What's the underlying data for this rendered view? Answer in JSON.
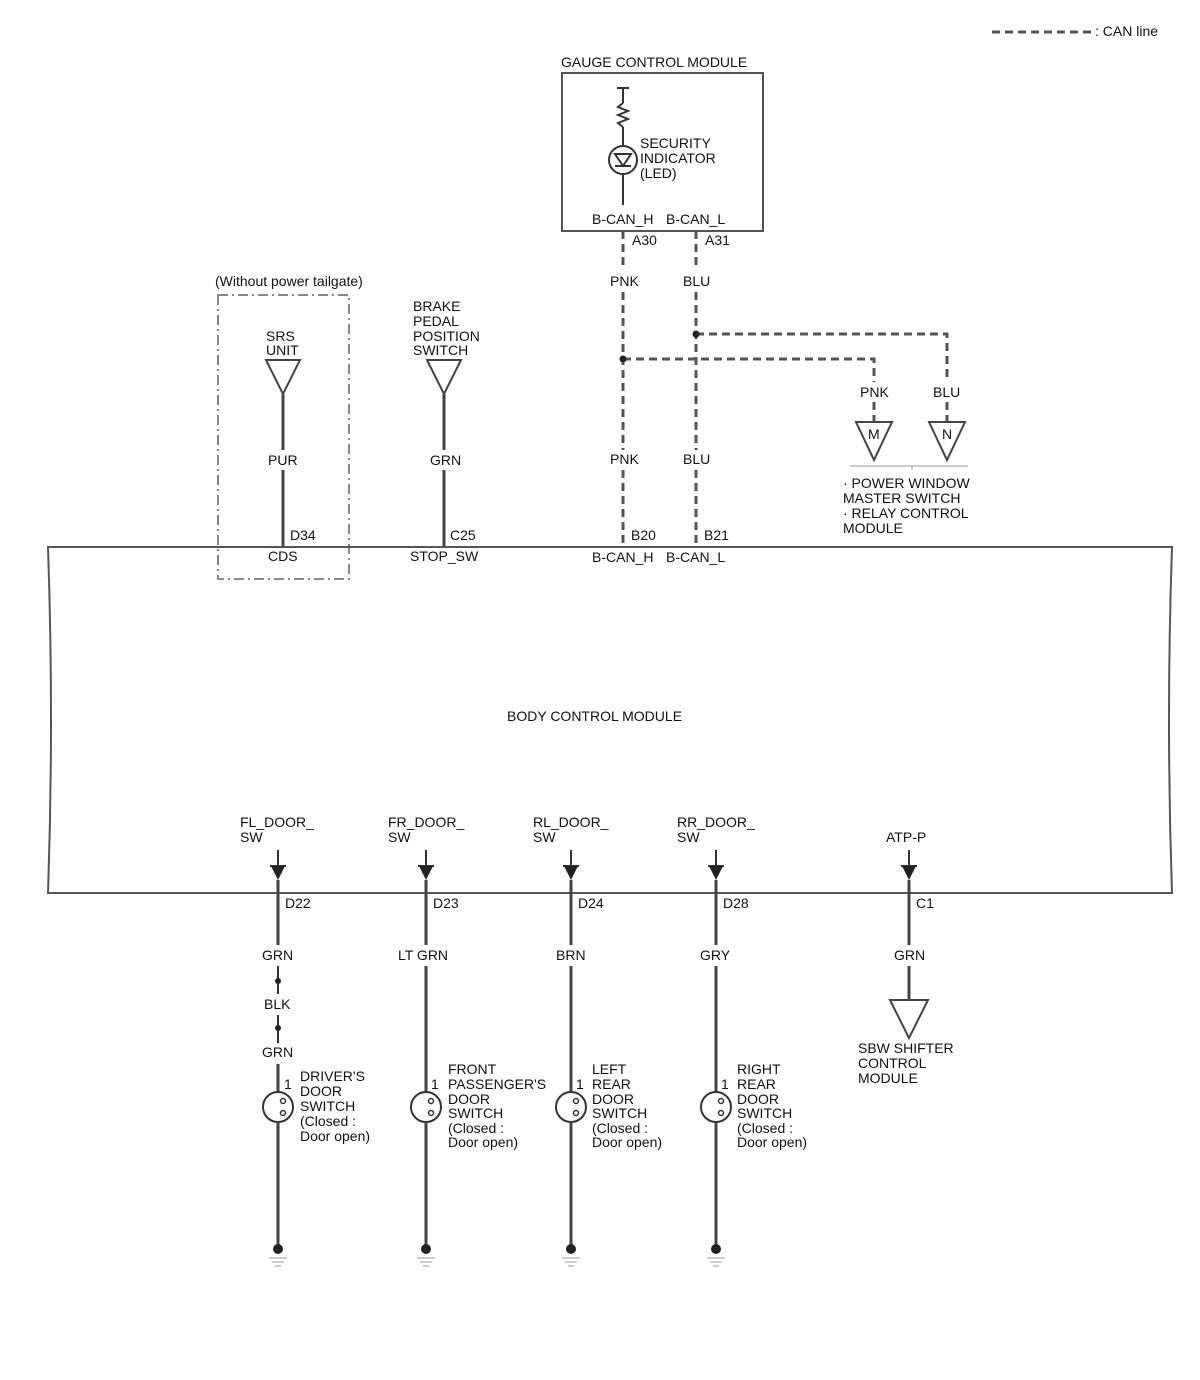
{
  "legend": {
    "can_line": ": CAN line"
  },
  "gauge_module": {
    "title": "GAUGE CONTROL MODULE",
    "indicator": [
      "SECURITY",
      "INDICATOR",
      "(LED)"
    ],
    "pin_h_name": "B-CAN_H",
    "pin_l_name": "B-CAN_L",
    "pin_h": "A30",
    "pin_l": "A31"
  },
  "can_wires": {
    "upper_h": "PNK",
    "upper_l": "BLU",
    "lower_h": "PNK",
    "lower_l": "BLU",
    "branch_h": "PNK",
    "branch_l": "BLU"
  },
  "power_window": {
    "terminal_m": "M",
    "terminal_n": "N",
    "label": [
      "· POWER WINDOW",
      "MASTER SWITCH",
      "· RELAY CONTROL",
      "MODULE"
    ]
  },
  "srs": {
    "note": "(Without power tailgate)",
    "title": [
      "SRS",
      "UNIT"
    ],
    "wire": "PUR",
    "pin": "D34",
    "signal": "CDS"
  },
  "brake": {
    "title": [
      "BRAKE",
      "PEDAL",
      "POSITION",
      "SWITCH"
    ],
    "wire": "GRN",
    "pin": "C25",
    "signal": "STOP_SW"
  },
  "bcm": {
    "title": "BODY CONTROL MODULE",
    "pin_b20": "B20",
    "pin_b21": "B21",
    "sig_h": "B-CAN_H",
    "sig_l": "B-CAN_L"
  },
  "door_switches": [
    {
      "signal": [
        "FL_DOOR_",
        "SW"
      ],
      "pin": "D22",
      "wires": [
        "GRN",
        "BLK",
        "GRN"
      ],
      "term": "1",
      "label": [
        "DRIVER'S",
        "DOOR",
        "SWITCH",
        "(Closed :",
        "Door open)"
      ]
    },
    {
      "signal": [
        "FR_DOOR_",
        "SW"
      ],
      "pin": "D23",
      "wires": [
        "LT GRN"
      ],
      "term": "1",
      "label": [
        "FRONT",
        "PASSENGER'S",
        "DOOR",
        "SWITCH",
        "(Closed :",
        "Door open)"
      ]
    },
    {
      "signal": [
        "RL_DOOR_",
        "SW"
      ],
      "pin": "D24",
      "wires": [
        "BRN"
      ],
      "term": "1",
      "label": [
        "LEFT",
        "REAR",
        "DOOR",
        "SWITCH",
        "(Closed :",
        "Door open)"
      ]
    },
    {
      "signal": [
        "RR_DOOR_",
        "SW"
      ],
      "pin": "D28",
      "wires": [
        "GRY"
      ],
      "term": "1",
      "label": [
        "RIGHT",
        "REAR",
        "DOOR",
        "SWITCH",
        "(Closed :",
        "Door open)"
      ]
    }
  ],
  "shifter": {
    "signal": "ATP-P",
    "pin": "C1",
    "wire": "GRN",
    "label": [
      "SBW SHIFTER",
      "CONTROL",
      "MODULE"
    ]
  }
}
